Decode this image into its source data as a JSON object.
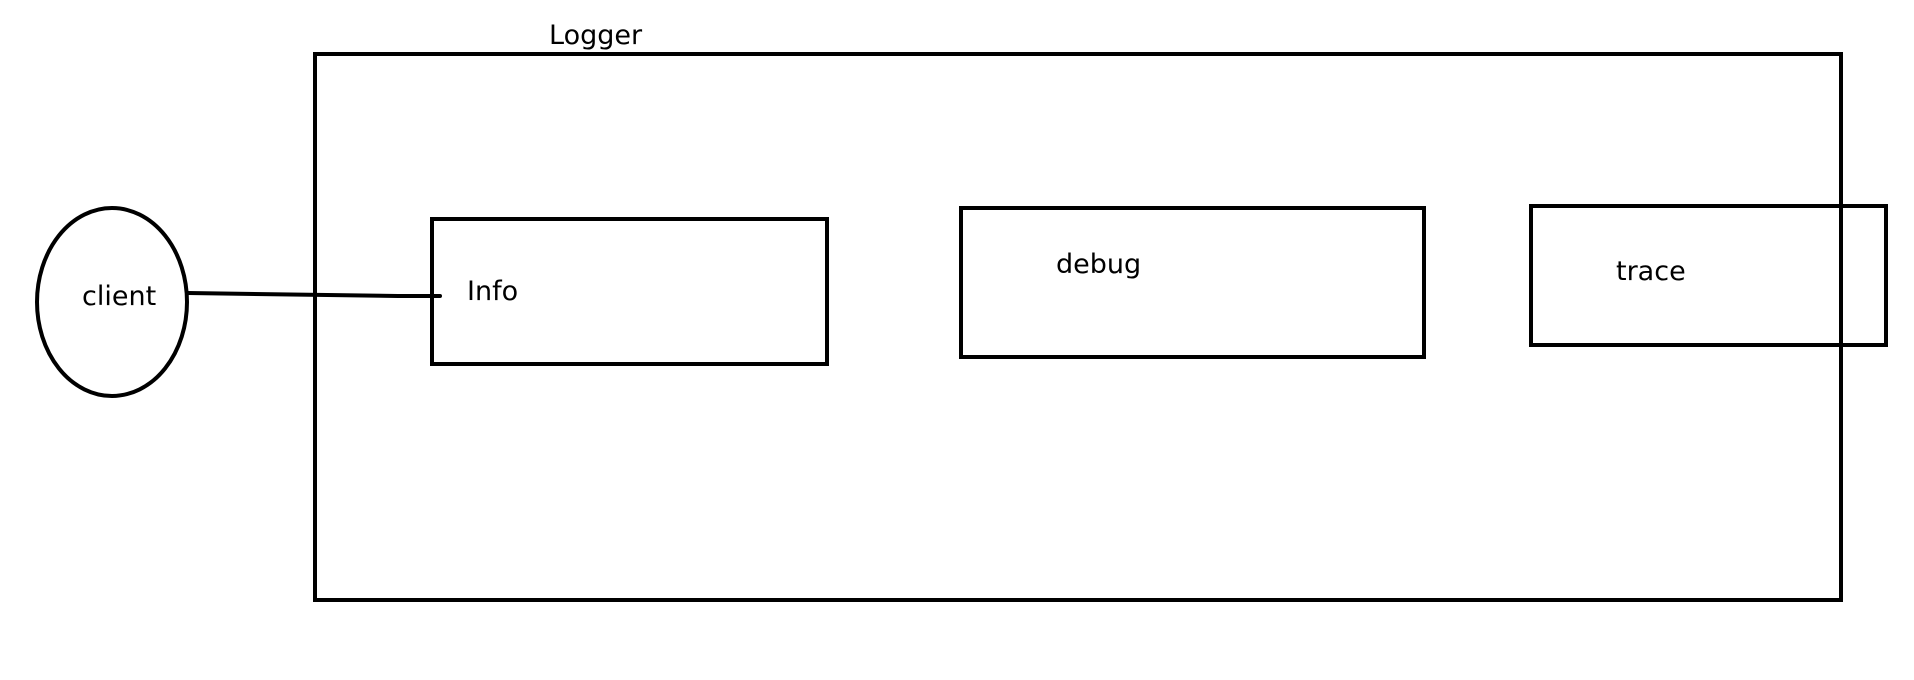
{
  "diagram": {
    "container_label": "Logger",
    "client_label": "client",
    "levels": [
      {
        "label": "Info"
      },
      {
        "label": "debug"
      },
      {
        "label": "trace"
      }
    ],
    "connections": [
      {
        "from": "client",
        "to": "Info"
      }
    ]
  }
}
